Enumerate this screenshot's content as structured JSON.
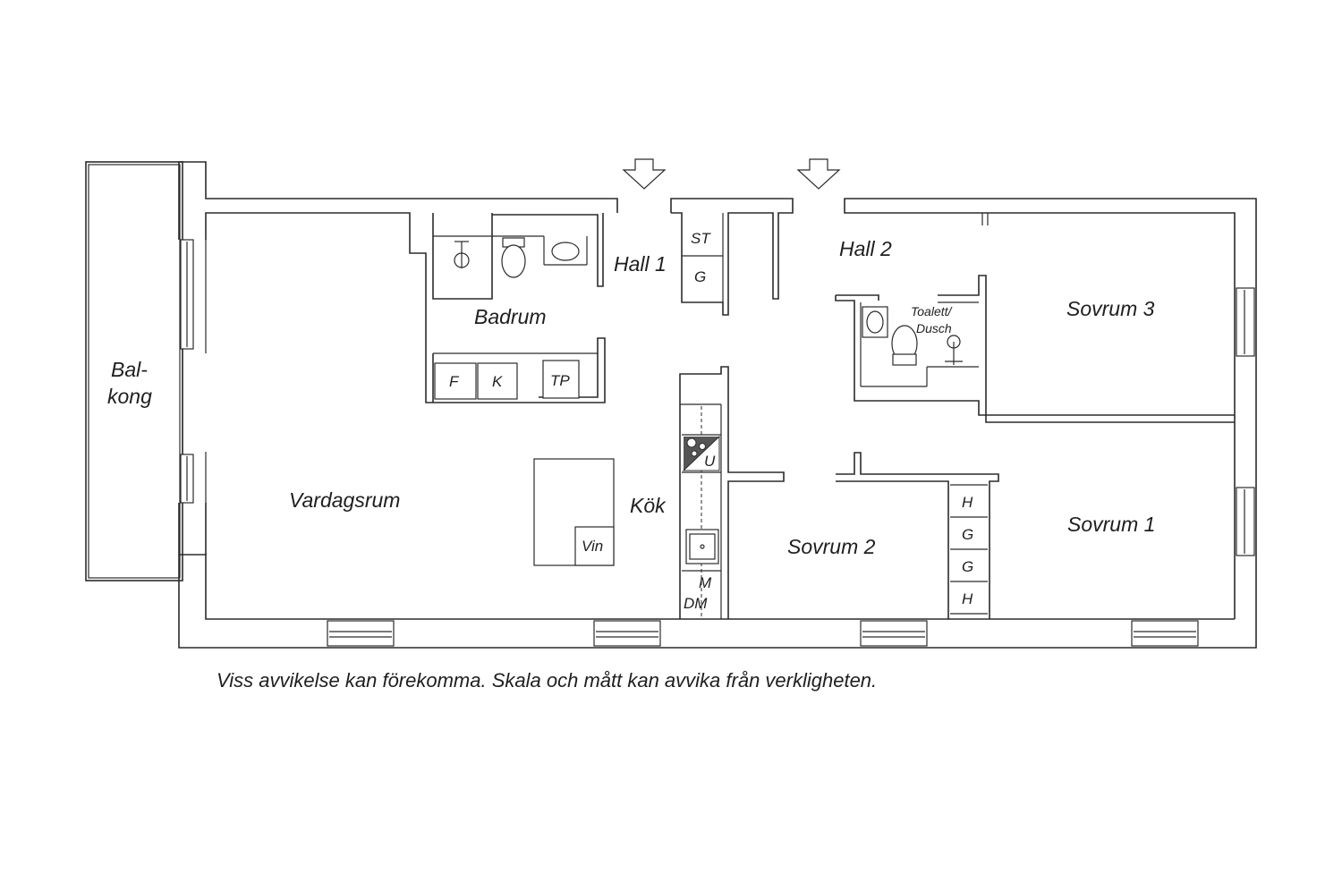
{
  "rooms": {
    "balcony_line1": "Bal-",
    "balcony_line2": "kong",
    "living_room": "Vardagsrum",
    "bathroom": "Badrum",
    "hall_1": "Hall 1",
    "hall_2": "Hall 2",
    "kitchen": "Kök",
    "toilet_line1": "Toalett/",
    "toilet_line2": "Dusch",
    "bedroom_1": "Sovrum 1",
    "bedroom_2": "Sovrum 2",
    "bedroom_3": "Sovrum 3"
  },
  "fixtures": {
    "storage": "ST",
    "wardrobe": "G",
    "fridge": "F",
    "freezer": "K",
    "dryer": "TP",
    "oven": "U",
    "wine": "Vin",
    "microwave": "M",
    "dishwasher": "DM",
    "shelf": "H"
  },
  "disclaimer": "Viss avvikelse kan förekomma. Skala och mått kan avvika från verkligheten."
}
